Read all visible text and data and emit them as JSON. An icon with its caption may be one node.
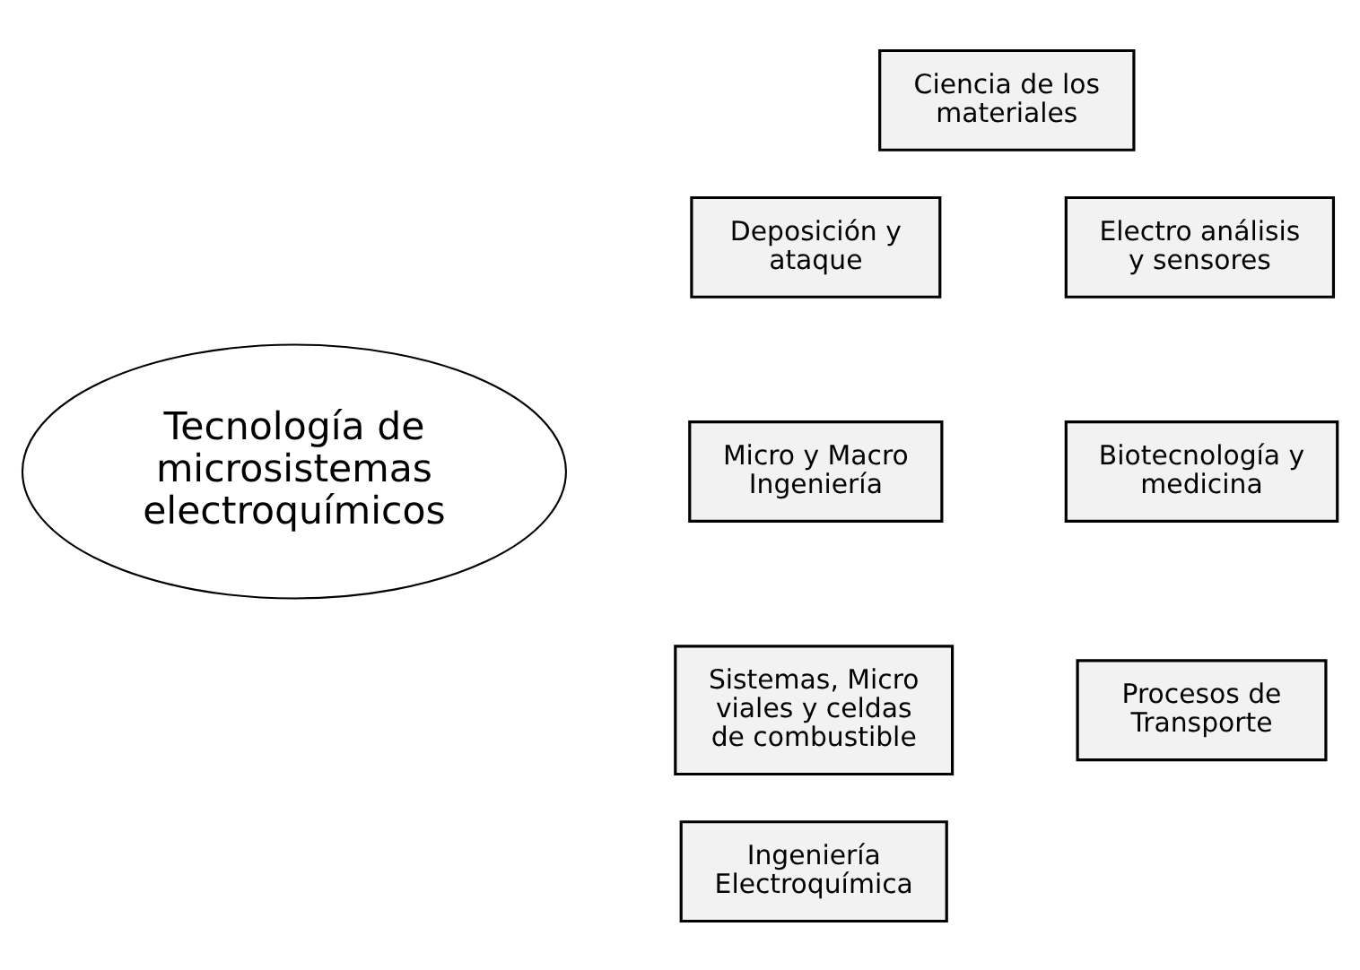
{
  "diagram": {
    "nodes": [
      {
        "text": [
          "Ciencia de los materiales"
        ]
      },
      {
        "text": [
          "Deposición y ataque"
        ]
      },
      {
        "text": [
          "Electro análisis y sensores"
        ]
      },
      {
        "text": [
          "Tecnología de microsistemas electroquímicos"
        ]
      },
      {
        "text": [
          "Micro y Macro Ingeniería"
        ]
      },
      {
        "text": [
          "Biotecnología y medicina"
        ]
      },
      {
        "text": [
          "Sistemas, Micro viales y celdas de combustible"
        ]
      },
      {
        "text": [
          "Procesos de Transporte"
        ]
      },
      {
        "text": [
          "Ingeniería Electroquímica"
        ]
      }
    ]
  }
}
